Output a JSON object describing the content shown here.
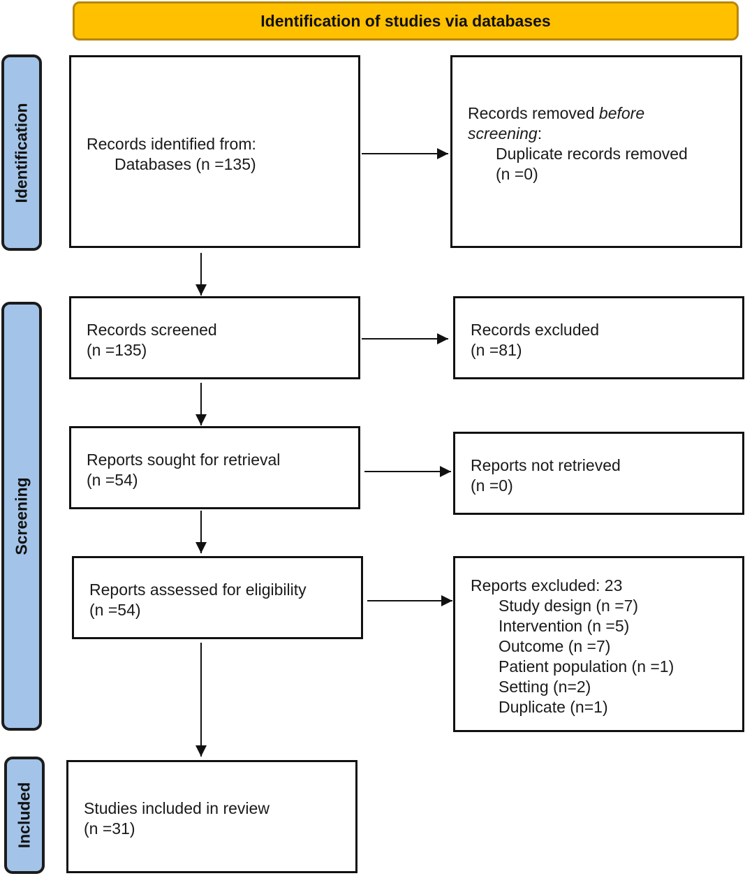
{
  "header": {
    "title": "Identification of studies via databases"
  },
  "phases": {
    "identification": "Identification",
    "screening": "Screening",
    "included": "Included"
  },
  "boxes": {
    "identified": {
      "line1": "Records identified from:",
      "line2": "Databases (n =135)"
    },
    "removed": {
      "part1": "Records removed ",
      "part2": "before",
      "part3": "screening",
      "part4": ":",
      "line2": "Duplicate records removed",
      "line3": "(n =0)"
    },
    "screened": {
      "line1": "Records screened",
      "line2": "(n =135)"
    },
    "excluded": {
      "line1": "Records excluded",
      "line2": "(n =81)"
    },
    "sought": {
      "line1": "Reports sought for retrieval",
      "line2": "(n =54)"
    },
    "not_retrieved": {
      "line1": "Reports not retrieved",
      "line2": "(n =0)"
    },
    "assessed": {
      "line1": "Reports assessed for eligibility",
      "line2": "(n =54)"
    },
    "reports_excluded": {
      "title": "Reports excluded: 23",
      "reasons": [
        "Study design (n =7)",
        "Intervention (n =5)",
        "Outcome (n =7)",
        "Patient population (n =1)",
        "Setting (n=2)",
        "Duplicate (n=1)"
      ]
    },
    "included": {
      "line1": "Studies included in review",
      "line2": "(n =31)"
    }
  },
  "colors": {
    "header_fill": "#FFC000",
    "phase_fill": "#A3C4E8",
    "line": "#111111"
  }
}
